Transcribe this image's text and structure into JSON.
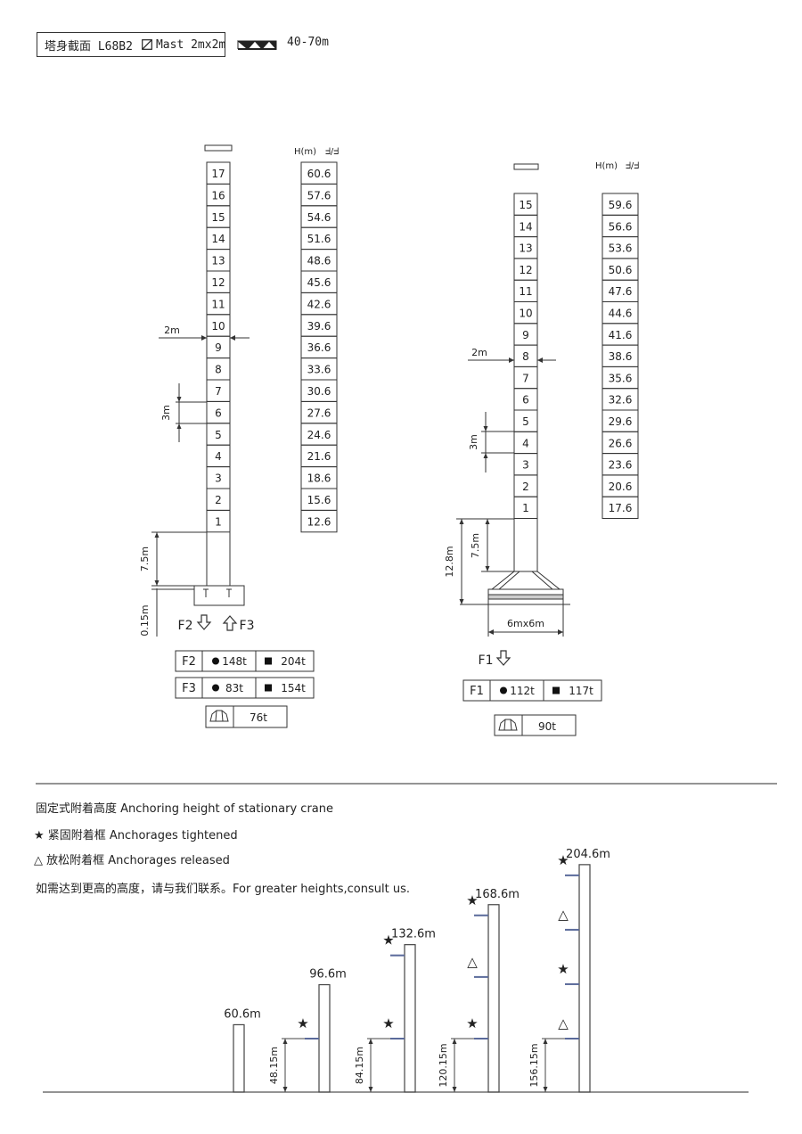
{
  "header": {
    "section_label": "塔身截面 L68B2",
    "mast_label": "Mast 2mx2m",
    "height_range": "40-70m"
  },
  "left_tower": {
    "h_header": "H(m)",
    "sections": [
      "17",
      "16",
      "15",
      "14",
      "13",
      "12",
      "11",
      "10",
      "9",
      "8",
      "7",
      "6",
      "5",
      "4",
      "3",
      "2",
      "1"
    ],
    "heights": [
      "60.6",
      "57.6",
      "54.6",
      "51.6",
      "48.6",
      "45.6",
      "42.6",
      "39.6",
      "36.6",
      "33.6",
      "30.6",
      "27.6",
      "24.6",
      "21.6",
      "18.6",
      "15.6",
      "12.6"
    ],
    "width_label": "2m",
    "section_height_label": "3m",
    "base_height_label": "7.5m",
    "foot_label": "0.15m",
    "force_left": "F2",
    "force_right": "F3",
    "loads": [
      {
        "name": "F2",
        "a": "148t",
        "b": "204t"
      },
      {
        "name": "F3",
        "a": "83t",
        "b": "154t"
      }
    ],
    "ballast": "76t"
  },
  "right_tower": {
    "h_header": "H(m)",
    "sections": [
      "15",
      "14",
      "13",
      "12",
      "11",
      "10",
      "9",
      "8",
      "7",
      "6",
      "5",
      "4",
      "3",
      "2",
      "1"
    ],
    "heights": [
      "59.6",
      "56.6",
      "53.6",
      "50.6",
      "47.6",
      "44.6",
      "41.6",
      "38.6",
      "35.6",
      "32.6",
      "29.6",
      "26.6",
      "23.6",
      "20.6",
      "17.6"
    ],
    "width_label": "2m",
    "section_height_label": "3m",
    "base_height_label": "7.5m",
    "total_base_label": "12.8m",
    "base_size_label": "6mx6m",
    "force": "F1",
    "loads": [
      {
        "name": "F1",
        "a": "112t",
        "b": "117t"
      }
    ],
    "ballast": "90t"
  },
  "anchoring": {
    "title": "固定式附着高度  Anchoring height of stationary crane",
    "legend_tight": "★  紧固附着框    Anchorages tightened",
    "legend_released": "△  放松附着框    Anchorages released",
    "note": "如需达到更高的高度，请与我们联系。For greater heights,consult us.",
    "star": "★",
    "triangle": "△",
    "towers": [
      {
        "height": "60.6m",
        "first_label": "",
        "marks": []
      },
      {
        "height": "96.6m",
        "first_label": "48.15m",
        "marks": [
          "star"
        ]
      },
      {
        "height": "132.6m",
        "first_label": "84.15m",
        "marks": [
          "star",
          "star"
        ]
      },
      {
        "height": "168.6m",
        "first_label": "120.15m",
        "marks": [
          "star",
          "triangle",
          "star"
        ]
      },
      {
        "height": "204.6m",
        "first_label": "156.15m",
        "marks": [
          "triangle",
          "star",
          "triangle",
          "star"
        ]
      }
    ]
  }
}
